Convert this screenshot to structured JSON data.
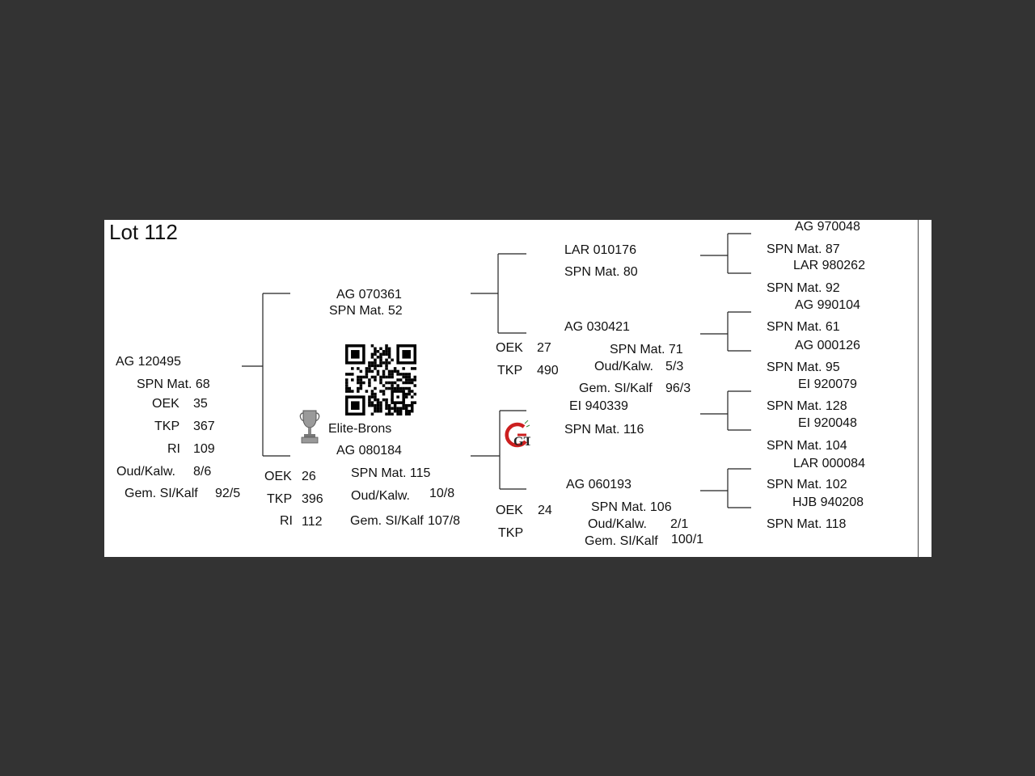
{
  "lot": {
    "title": "Lot 112"
  },
  "animal": {
    "id": "AG  120495",
    "spn": "SPN Mat. 68",
    "oek_label": "OEK",
    "oek_value": "35",
    "tkp_label": "TKP",
    "tkp_value": "367",
    "ri_label": "RI",
    "ri_value": "109",
    "oud_label": "Oud/Kalw.",
    "oud_value": "8/6",
    "gem_label": "Gem. SI/Kalf",
    "gem_value": "92/5"
  },
  "sire": {
    "id": "AG  070361",
    "spn": "SPN Mat. 52"
  },
  "dam": {
    "award": "Elite-Brons",
    "id": "AG  080184",
    "oek_label": "OEK",
    "oek_value": "26",
    "tkp_label": "TKP",
    "tkp_value": "396",
    "ri_label": "RI",
    "ri_value": "112",
    "spn": "SPN Mat. 115",
    "oud_label": "Oud/Kalw.",
    "oud_value": "10/8",
    "gem_label": "Gem. SI/Kalf",
    "gem_value": "107/8"
  },
  "sire_sire": {
    "id": "LAR 010176",
    "spn": "SPN Mat. 80"
  },
  "sire_dam": {
    "id": "AG  030421",
    "spn": "SPN Mat. 71",
    "oek_label": "OEK",
    "oek_value": "27",
    "tkp_label": "TKP",
    "tkp_value": "490",
    "oud_label": "Oud/Kalw.",
    "oud_value": "5/3",
    "gem_label": "Gem. SI/Kalf",
    "gem_value": "96/3"
  },
  "dam_sire": {
    "id": "EI  940339",
    "spn": "SPN Mat. 116"
  },
  "dam_dam": {
    "id": "AG  060193",
    "spn": "SPN Mat. 106",
    "oek_label": "OEK",
    "oek_value": "24",
    "tkp_label": "TKP",
    "oud_label": "Oud/Kalw.",
    "oud_value": "2/1",
    "gem_label": "Gem. SI/Kalf",
    "gem_value": "100/1"
  },
  "gen3": [
    {
      "id": "AG  970048",
      "spn": "SPN Mat. 87"
    },
    {
      "id": "LAR 980262",
      "spn": "SPN Mat. 92"
    },
    {
      "id": "AG  990104",
      "spn": "SPN Mat. 61"
    },
    {
      "id": "AG  000126",
      "spn": "SPN Mat. 95"
    },
    {
      "id": "EI  920079",
      "spn": "SPN Mat. 128"
    },
    {
      "id": "EI  920048",
      "spn": "SPN Mat. 104"
    },
    {
      "id": "LAR 000084",
      "spn": "SPN Mat. 102"
    },
    {
      "id": "HJB 940208",
      "spn": "SPN Mat. 118"
    }
  ],
  "logo": {
    "text": "GT",
    "accent": "#cc1f1f"
  },
  "icons": {
    "qr": "qr-code",
    "award": "trophy-icon"
  }
}
